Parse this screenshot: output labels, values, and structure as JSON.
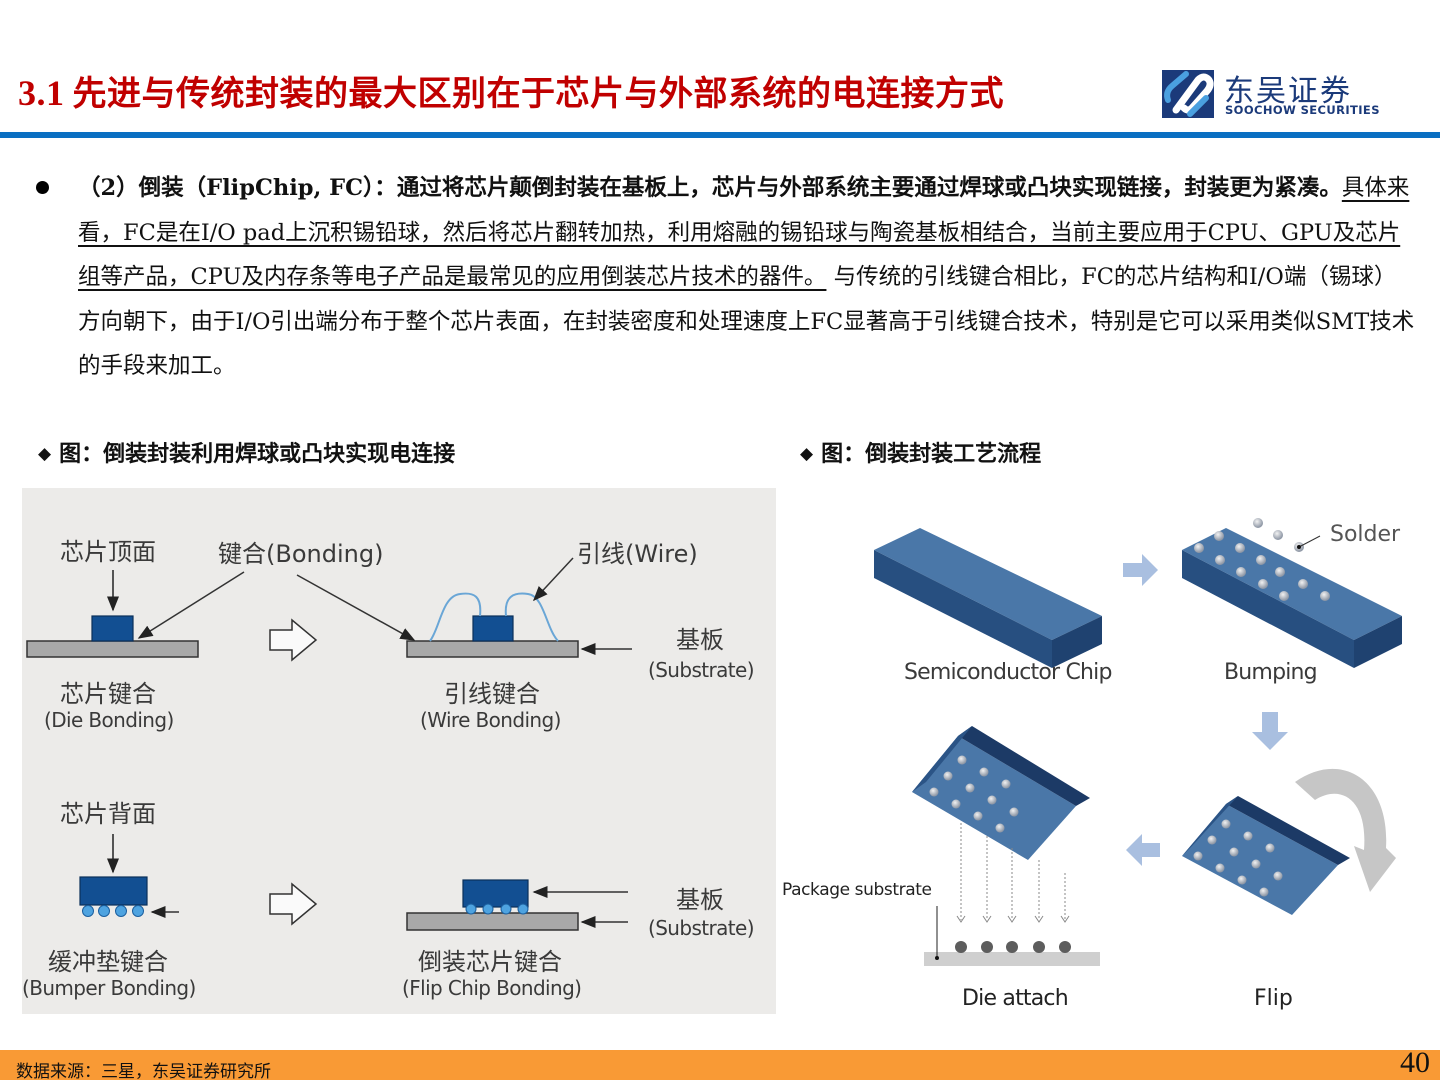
{
  "header": {
    "section_number": "3.1",
    "title": "先进与传统封装的最大区别在于芯片与外部系统的电连接方式",
    "logo": {
      "icon": "soochow-logo-icon",
      "name_cn": "东吴证券",
      "name_en": "SOOCHOW SECURITIES"
    },
    "colors": {
      "title": "#c00000",
      "rule": "#0a6fc2",
      "footer": "#f99a35",
      "logo": "#1b3a7a"
    }
  },
  "body": {
    "bullet_icon": "filled-circle-bullet",
    "heading": "（2）倒装（FlipChip, FC）：",
    "bold_lead": "通过将芯片颠倒封装在基板上，芯片与外部系统主要通过焊球或凸块实现链接，封装更为紧凑。",
    "underlined": "具体来看，FC是在I/O pad上沉积锡铅球，然后将芯片翻转加热，利用熔融的锡铅球与陶瓷基板相结合，当前主要应用于CPU、GPU及芯片组等产品，CPU及内存条等电子产品是最常见的应用倒装芯片技术的器件。",
    "plain": "与传统的引线键合相比，FC的芯片结构和I/O端（锡球）方向朝下，由于I/O引出端分布于整个芯片表面，在封装密度和处理速度上FC显著高于引线键合技术，特别是它可以采用类似SMT技术的手段来加工。"
  },
  "figures": {
    "left": {
      "caption_icon": "diamond-bullet",
      "caption_marker": "◆",
      "caption": "图：倒装封装利用焊球或凸块实现电连接",
      "labels": {
        "chip_top": "芯片顶面",
        "bonding": "键合(Bonding)",
        "wire": "引线(Wire)",
        "substrate_cn_1": "基板",
        "substrate_en_1": "(Substrate)",
        "die_bonding_cn": "芯片键合",
        "die_bonding_en": "(Die Bonding)",
        "wire_bonding_cn": "引线键合",
        "wire_bonding_en": "(Wire Bonding)",
        "chip_back": "芯片背面",
        "substrate_cn_2": "基板",
        "substrate_en_2": "(Substrate)",
        "bumper_bonding_cn": "缓冲垫键合",
        "bumper_bonding_en": "(Bumper Bonding)",
        "flip_chip_bonding_cn": "倒装芯片键合",
        "flip_chip_bonding_en": "(Flip Chip Bonding)"
      }
    },
    "right": {
      "caption_icon": "diamond-bullet",
      "caption_marker": "◆",
      "caption": "图：倒装封装工艺流程",
      "steps": [
        {
          "label": "Semiconductor Chip"
        },
        {
          "label": "Bumping"
        },
        {
          "label": "Flip"
        },
        {
          "label": "Die attach"
        }
      ],
      "annotations": {
        "solder": "Solder",
        "package_substrate": "Package substrate"
      }
    }
  },
  "footer": {
    "source": "数据来源：三星，东吴证券研究所",
    "page_number": "40"
  }
}
